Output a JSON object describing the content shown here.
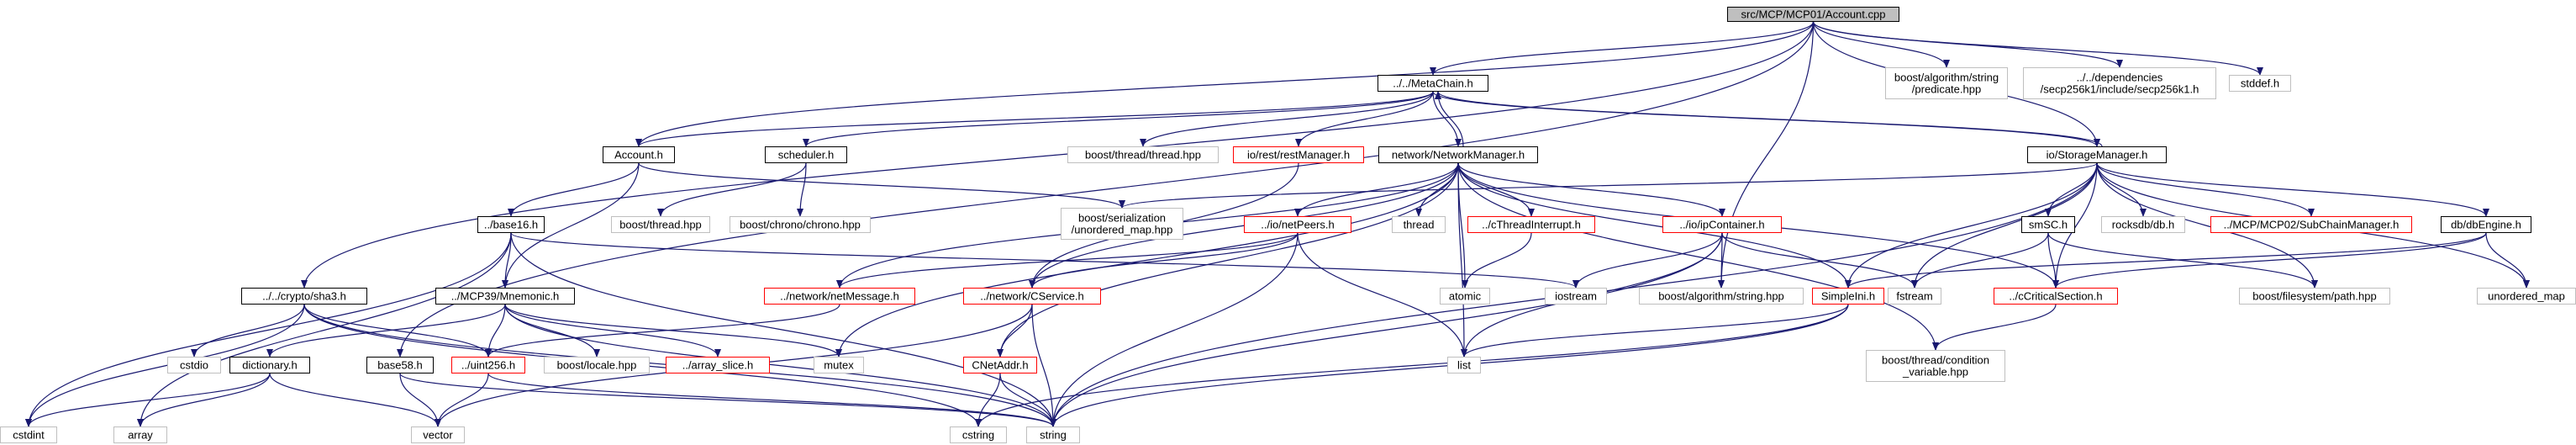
{
  "diagram": {
    "colors": {
      "edge": "#191970",
      "border_normal": "#000000",
      "border_link": "#ff0000",
      "border_external": "#bfbfbf",
      "root_fill": "#bfbfbf",
      "fill": "#ffffff",
      "text": "#000000"
    },
    "nodes": [
      {
        "id": "root",
        "lines": [
          "src/MCP/MCP01/Account.cpp"
        ],
        "style": "root"
      },
      {
        "id": "metachain",
        "lines": [
          "../../MetaChain.h"
        ],
        "style": "normal"
      },
      {
        "id": "boost_alg_pred",
        "lines": [
          "boost/algorithm/string",
          "/predicate.hpp"
        ],
        "style": "external"
      },
      {
        "id": "secp256k1",
        "lines": [
          "../../dependencies",
          "/secp256k1/include/secp256k1.h"
        ],
        "style": "external"
      },
      {
        "id": "stddef",
        "lines": [
          "stddef.h"
        ],
        "style": "external"
      },
      {
        "id": "account_h",
        "lines": [
          "Account.h"
        ],
        "style": "normal"
      },
      {
        "id": "scheduler",
        "lines": [
          "scheduler.h"
        ],
        "style": "normal"
      },
      {
        "id": "boost_thread_thread",
        "lines": [
          "boost/thread/thread.hpp"
        ],
        "style": "external"
      },
      {
        "id": "restmanager",
        "lines": [
          "io/rest/restManager.h"
        ],
        "style": "link"
      },
      {
        "id": "netmanager",
        "lines": [
          "network/NetworkManager.h"
        ],
        "style": "normal"
      },
      {
        "id": "storagemanager",
        "lines": [
          "io/StorageManager.h"
        ],
        "style": "normal"
      },
      {
        "id": "boost_thread_hpp",
        "lines": [
          "boost/thread.hpp"
        ],
        "style": "external"
      },
      {
        "id": "boost_chrono",
        "lines": [
          "boost/chrono/chrono.hpp"
        ],
        "style": "external"
      },
      {
        "id": "boost_serialization",
        "lines": [
          "boost/serialization",
          "/unordered_map.hpp"
        ],
        "style": "external"
      },
      {
        "id": "base16",
        "lines": [
          "../base16.h"
        ],
        "style": "normal"
      },
      {
        "id": "sha3",
        "lines": [
          "../../crypto/sha3.h"
        ],
        "style": "normal"
      },
      {
        "id": "base58",
        "lines": [
          "base58.h"
        ],
        "style": "normal"
      },
      {
        "id": "mnemonic",
        "lines": [
          "../MCP39/Mnemonic.h"
        ],
        "style": "normal"
      },
      {
        "id": "netpeers",
        "lines": [
          "../io/netPeers.h"
        ],
        "style": "link"
      },
      {
        "id": "thread",
        "lines": [
          "thread"
        ],
        "style": "external"
      },
      {
        "id": "cthreadinterrupt",
        "lines": [
          "../cThreadInterrupt.h"
        ],
        "style": "link"
      },
      {
        "id": "ipcontainer",
        "lines": [
          "../io/ipContainer.h"
        ],
        "style": "link"
      },
      {
        "id": "smsc",
        "lines": [
          "smSC.h"
        ],
        "style": "normal"
      },
      {
        "id": "rocksdb",
        "lines": [
          "rocksdb/db.h"
        ],
        "style": "external"
      },
      {
        "id": "subchainmanager",
        "lines": [
          "../MCP/MCP02/SubChainManager.h"
        ],
        "style": "link"
      },
      {
        "id": "dbengine",
        "lines": [
          "db/dbEngine.h"
        ],
        "style": "normal"
      },
      {
        "id": "netmessage",
        "lines": [
          "../network/netMessage.h"
        ],
        "style": "link"
      },
      {
        "id": "cservice",
        "lines": [
          "../network/CService.h"
        ],
        "style": "link"
      },
      {
        "id": "atomic",
        "lines": [
          "atomic"
        ],
        "style": "external"
      },
      {
        "id": "iostream",
        "lines": [
          "iostream"
        ],
        "style": "external"
      },
      {
        "id": "boost_alg_string",
        "lines": [
          "boost/algorithm/string.hpp"
        ],
        "style": "external"
      },
      {
        "id": "fstream",
        "lines": [
          "fstream"
        ],
        "style": "external"
      },
      {
        "id": "ccriticalsection",
        "lines": [
          "../cCriticalSection.h"
        ],
        "style": "link"
      },
      {
        "id": "boost_fs_path",
        "lines": [
          "boost/filesystem/path.hpp"
        ],
        "style": "external"
      },
      {
        "id": "unordered_map",
        "lines": [
          "unordered_map"
        ],
        "style": "external"
      },
      {
        "id": "simpleini",
        "lines": [
          "SimpleIni.h"
        ],
        "style": "link"
      },
      {
        "id": "cstdio",
        "lines": [
          "cstdio"
        ],
        "style": "external"
      },
      {
        "id": "dictionary",
        "lines": [
          "dictionary.h"
        ],
        "style": "normal"
      },
      {
        "id": "uint256",
        "lines": [
          "../uint256.h"
        ],
        "style": "link"
      },
      {
        "id": "boost_locale",
        "lines": [
          "boost/locale.hpp"
        ],
        "style": "external"
      },
      {
        "id": "array_slice",
        "lines": [
          "../array_slice.h"
        ],
        "style": "link"
      },
      {
        "id": "mutex",
        "lines": [
          "mutex"
        ],
        "style": "external"
      },
      {
        "id": "cnetaddr",
        "lines": [
          "CNetAddr.h"
        ],
        "style": "link"
      },
      {
        "id": "list",
        "lines": [
          "list"
        ],
        "style": "external"
      },
      {
        "id": "boost_thread_cond",
        "lines": [
          "boost/thread/condition",
          "_variable.hpp"
        ],
        "style": "external"
      },
      {
        "id": "cstdint",
        "lines": [
          "cstdint"
        ],
        "style": "external"
      },
      {
        "id": "array",
        "lines": [
          "array"
        ],
        "style": "external"
      },
      {
        "id": "vector",
        "lines": [
          "vector"
        ],
        "style": "external"
      },
      {
        "id": "cstring",
        "lines": [
          "cstring"
        ],
        "style": "external"
      },
      {
        "id": "string",
        "lines": [
          "string"
        ],
        "style": "external"
      }
    ]
  }
}
